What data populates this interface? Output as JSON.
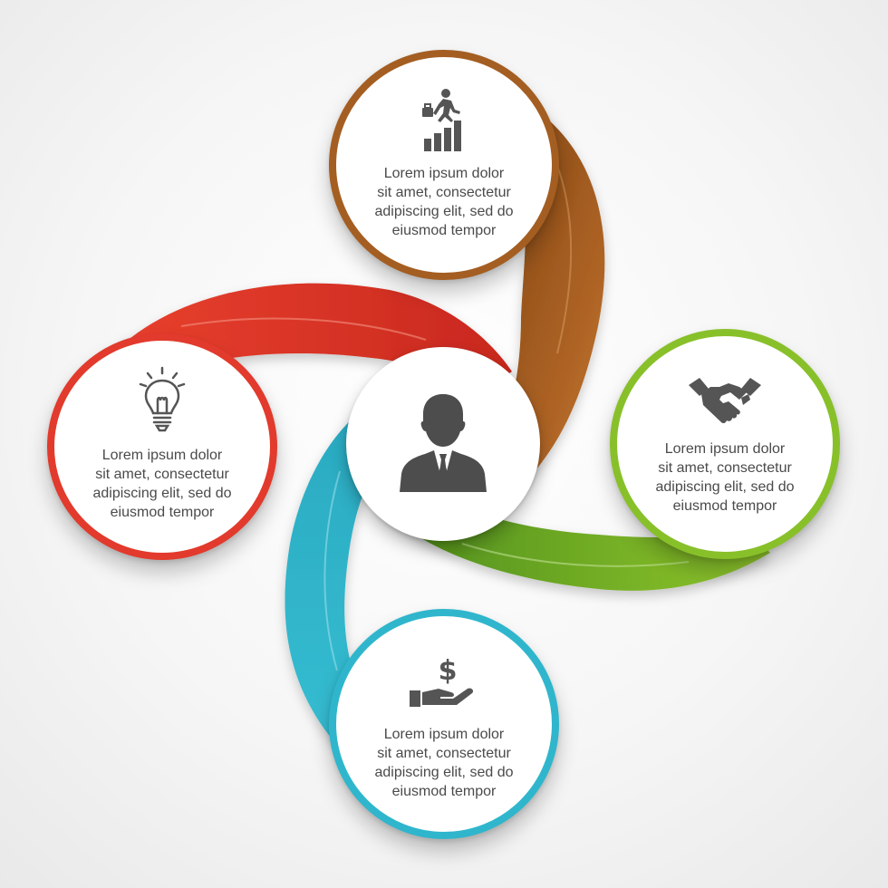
{
  "diagram": {
    "center": {
      "icon": "businessman-icon"
    },
    "nodes": [
      {
        "id": "top",
        "color": "#a45e22",
        "icon": "career-growth-icon",
        "lines": [
          "Lorem ipsum dolor",
          "sit amet, consectetur",
          "adipiscing elit, sed do",
          "eiusmod tempor"
        ]
      },
      {
        "id": "left",
        "color": "#e23a2c",
        "icon": "lightbulb-icon",
        "lines": [
          "Lorem ipsum dolor",
          "sit amet, consectetur",
          "adipiscing elit, sed do",
          "eiusmod tempor"
        ]
      },
      {
        "id": "right",
        "color": "#88c02a",
        "icon": "handshake-icon",
        "lines": [
          "Lorem ipsum dolor",
          "sit amet, consectetur",
          "adipiscing elit, sed do",
          "eiusmod tempor"
        ]
      },
      {
        "id": "bottom",
        "color": "#2fb6cc",
        "icon": "money-hand-icon",
        "lines": [
          "Lorem ipsum dolor",
          "sit amet, consectetur",
          "adipiscing elit, sed do",
          "eiusmod tempor"
        ]
      }
    ]
  }
}
